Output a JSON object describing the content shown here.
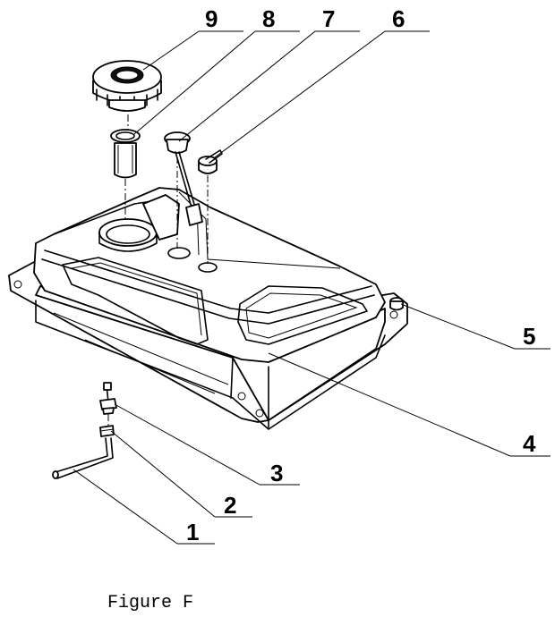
{
  "caption": "Figure F",
  "callouts": [
    "1",
    "2",
    "3",
    "4",
    "5",
    "6",
    "7",
    "8",
    "9"
  ]
}
